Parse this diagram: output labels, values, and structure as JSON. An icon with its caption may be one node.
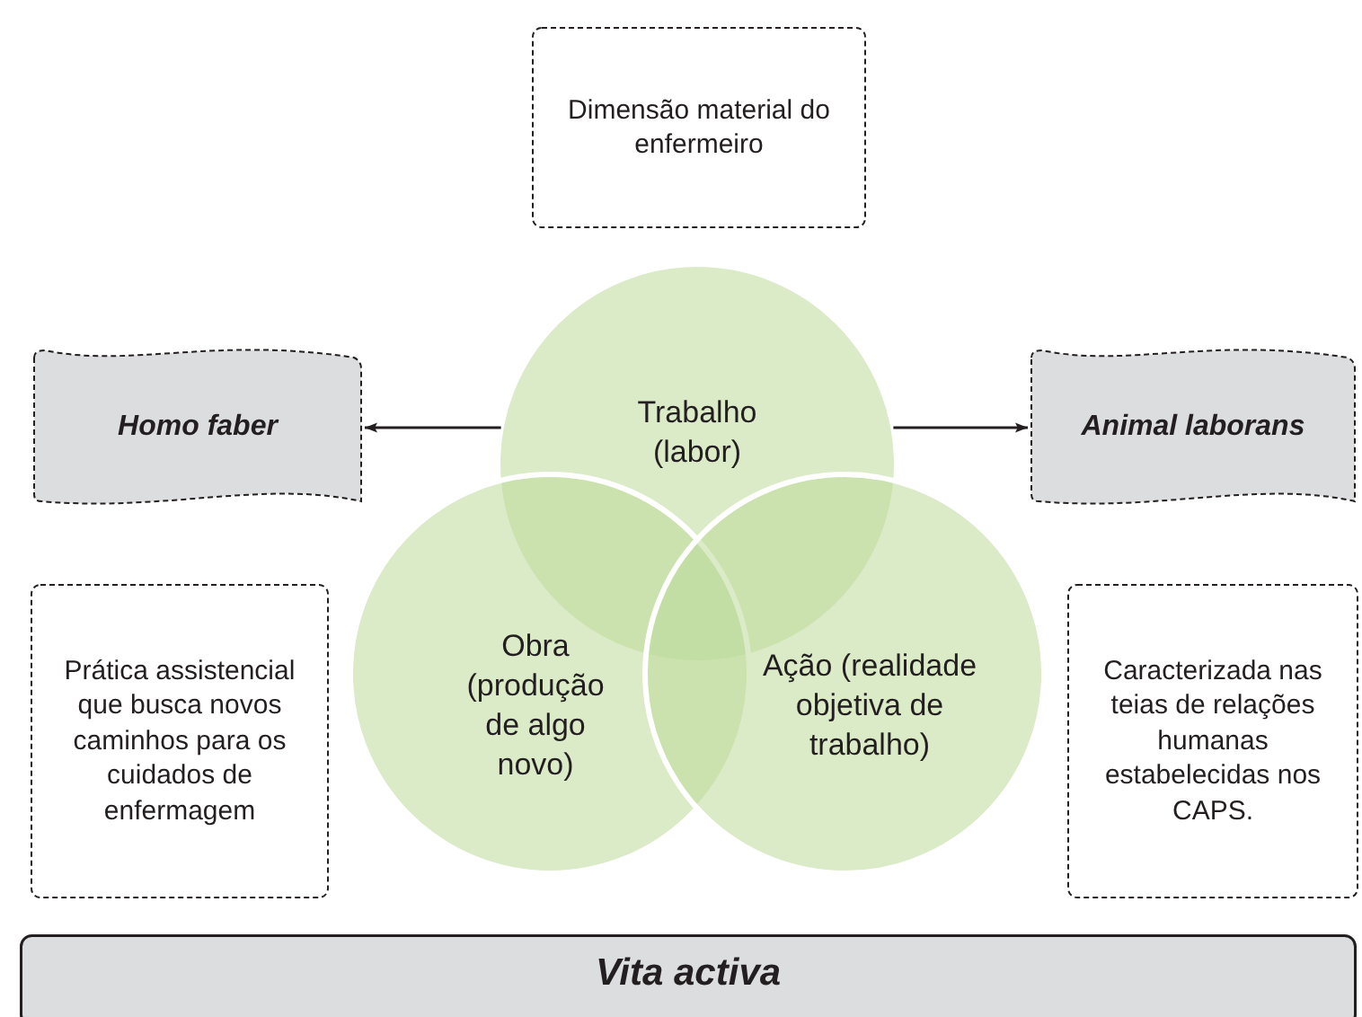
{
  "diagram": {
    "nodes": [
      {
        "text": [
          "Dimensão material do enfermeiro"
        ]
      },
      {
        "text": [
          "Homo faber"
        ]
      },
      {
        "text": [
          "Trabalho (labor)"
        ]
      },
      {
        "text": [
          "Animal laborans"
        ]
      },
      {
        "text": [
          "Prática assistencial que busca novos caminhos para os cuidados de enfermagem"
        ]
      },
      {
        "text": [
          "Obra (produção de algo novo)"
        ]
      },
      {
        "text": [
          "Ação (realidade objetiva de trabalho)"
        ]
      },
      {
        "text": [
          "Caracterizada nas teias de relações humanas estabelecidas nos CAPS."
        ]
      },
      {
        "text": [
          "Vita activa"
        ]
      }
    ],
    "edges": [
      {
        "from": 2,
        "to": 1,
        "arrow": "to"
      },
      {
        "from": 2,
        "to": 3,
        "arrow": "to"
      }
    ]
  }
}
